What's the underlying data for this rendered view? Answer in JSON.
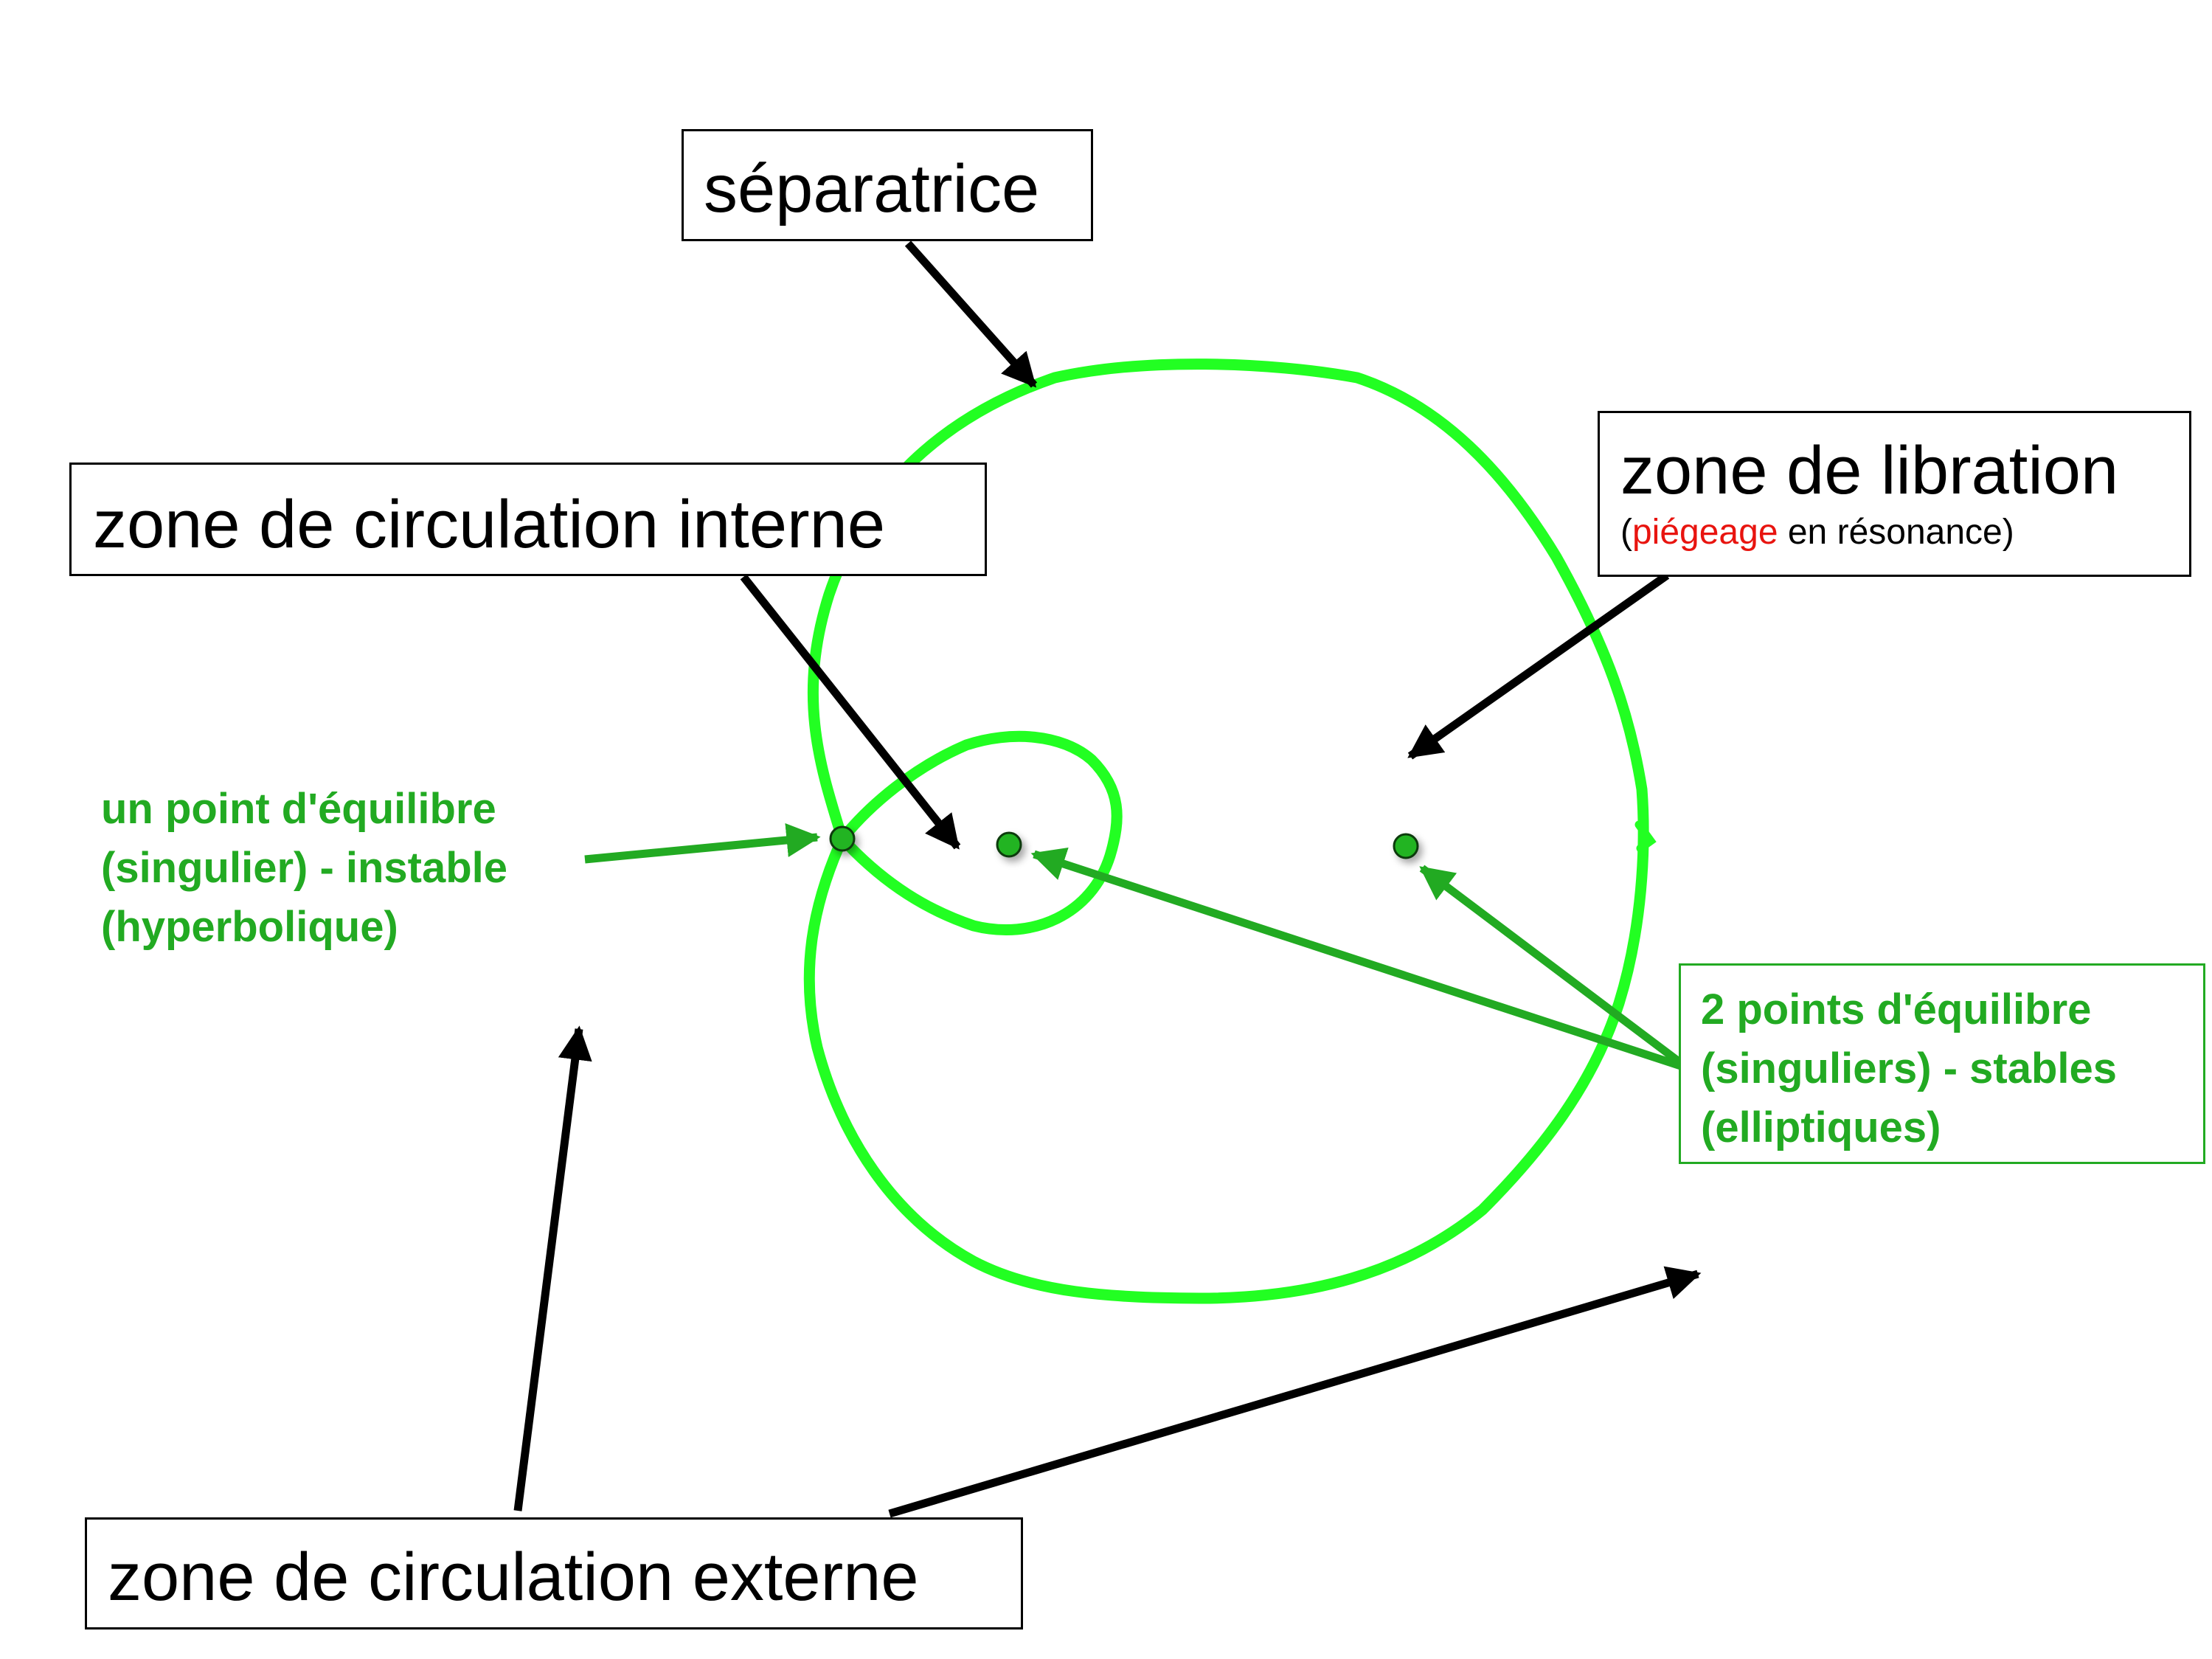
{
  "labels": {
    "separatrice": "séparatrice",
    "zone_circulation_interne": "zone de circulation interne",
    "zone_libration": {
      "title": "zone de libration",
      "subtitle_open": "(",
      "subtitle_highlight": "piégeage",
      "subtitle_rest": " en résonance)"
    },
    "zone_circulation_externe": "zone de circulation externe",
    "point_instable": [
      "un point d'équilibre",
      "(singulier) - instable",
      "(hyperbolique)"
    ],
    "points_stables": [
      "2 points d'équilibre",
      "(singuliers) - stables",
      "(elliptiques)"
    ]
  },
  "colors": {
    "separatrix_curve": "#22ff22",
    "equilibrium_point": "#22b422",
    "green_text": "#22aa22",
    "green_arrow": "#22aa22",
    "black_arrow": "#000000",
    "highlight": "#e8140f"
  }
}
